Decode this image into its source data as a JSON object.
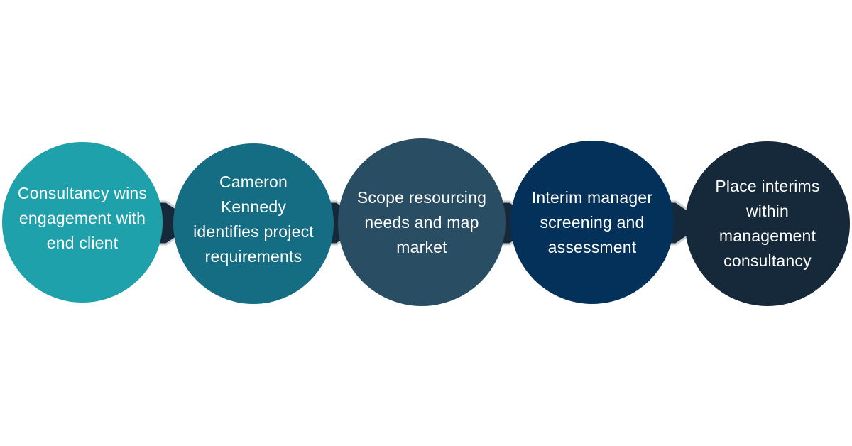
{
  "diagram": {
    "steps": [
      {
        "label": "Consultancy wins engagement with end client",
        "color": "#1fa1ab"
      },
      {
        "label": "Cameron Kennedy identifies project requirements",
        "color": "#146d82"
      },
      {
        "label": "Scope resourcing needs and map market",
        "color": "#294d62"
      },
      {
        "label": "Interim manager screening and assessment",
        "color": "#04315a"
      },
      {
        "label": "Place interims within management consultancy",
        "color": "#15293b"
      }
    ],
    "connector_color": "#15293b",
    "connector_outline": "#c9cdd0"
  }
}
